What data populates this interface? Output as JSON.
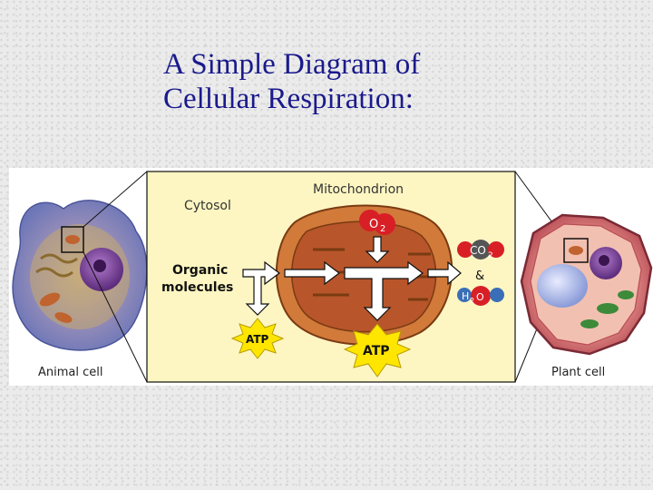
{
  "slide": {
    "title_line1": "A Simple Diagram of",
    "title_line2": "Cellular Respiration:"
  },
  "diagram": {
    "cytosol_label": "Cytosol",
    "mitochondrion_label": "Mitochondrion",
    "organic_label_line1": "Organic",
    "organic_label_line2": "molecules",
    "o2_label": "O",
    "o2_sub": "2",
    "co2_label": "CO",
    "co2_sub": "2",
    "ampersand": "&",
    "h2o_label_h": "H",
    "h2o_sub": "2",
    "h2o_label_o": "O",
    "atp_small_label": "ATP",
    "atp_large_label": "ATP",
    "animal_cell_label": "Animal cell",
    "plant_cell_label": "Plant cell"
  },
  "colors": {
    "title": "#1a1a8c",
    "cytosol_panel": "#fdf6c2",
    "panel_border": "#c9a64a",
    "mitochondrion": "#d17a3a",
    "mitochondrion_inner": "#b8552a",
    "atp_starburst": "#ffe600",
    "o2_molecule": "#d81f26",
    "co2_molecule": "#666666",
    "h2o_molecule": "#3a6fb8",
    "animal_cell": "#7a86c8",
    "plant_cell": "#d9706f"
  }
}
